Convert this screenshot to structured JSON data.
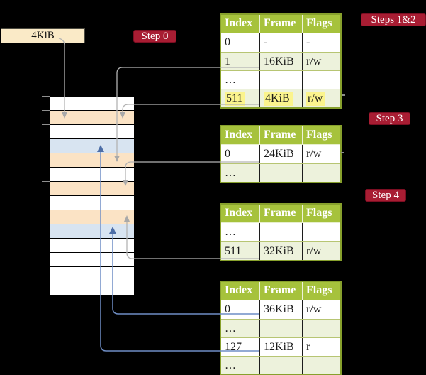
{
  "frame_box": {
    "label": "4KiB"
  },
  "badges": {
    "steps12": "Steps 1&2",
    "step0": "Step 0",
    "step3": "Step 3",
    "step4": "Step 4"
  },
  "table_columns": [
    "Index",
    "Frame",
    "Flags"
  ],
  "tables": [
    {
      "id": "page-table-level-4",
      "rows": [
        {
          "cells": [
            "0",
            "-",
            "-"
          ],
          "highlight": false
        },
        {
          "cells": [
            "1",
            "16KiB",
            "r/w"
          ],
          "highlight": false
        },
        {
          "cells": [
            "…",
            "",
            ""
          ],
          "highlight": false
        },
        {
          "cells": [
            "511",
            "4KiB",
            "r/w"
          ],
          "highlight": true
        }
      ]
    },
    {
      "id": "page-table-level-3",
      "rows": [
        {
          "cells": [
            "0",
            "24KiB",
            "r/w"
          ],
          "highlight": false
        },
        {
          "cells": [
            "…",
            "",
            ""
          ],
          "highlight": false
        }
      ]
    },
    {
      "id": "page-table-level-2",
      "rows": [
        {
          "cells": [
            "…",
            "",
            ""
          ],
          "highlight": false
        },
        {
          "cells": [
            "511",
            "32KiB",
            "r/w"
          ],
          "highlight": false
        }
      ]
    },
    {
      "id": "page-table-level-1",
      "rows": [
        {
          "cells": [
            "0",
            "36KiB",
            "r/w"
          ],
          "highlight": false
        },
        {
          "cells": [
            "…",
            "",
            ""
          ],
          "highlight": false
        },
        {
          "cells": [
            "127",
            "12KiB",
            "r"
          ],
          "highlight": false
        },
        {
          "cells": [
            "…",
            "",
            ""
          ],
          "highlight": false
        }
      ]
    }
  ],
  "memory": {
    "rows": [
      {
        "type": "free"
      },
      {
        "type": "table"
      },
      {
        "type": "free"
      },
      {
        "type": "page"
      },
      {
        "type": "table"
      },
      {
        "type": "free"
      },
      {
        "type": "table"
      },
      {
        "type": "free"
      },
      {
        "type": "table"
      },
      {
        "type": "page"
      },
      {
        "type": "free"
      },
      {
        "type": "free"
      },
      {
        "type": "free"
      },
      {
        "type": "free"
      }
    ],
    "ticks": [
      135,
      155,
      175,
      215,
      255,
      295
    ]
  },
  "palette": {
    "badge_red": "#a81d33",
    "header_green": "#a6c23c",
    "table_border": "#87a02c",
    "row_light_green": "#edf2dc",
    "peach": "#fbe3c5",
    "page_blue": "#d8e4f1",
    "cream": "#faeac7",
    "highlight_yellow": "#fbf48d",
    "line_gray": "#b3b3b3",
    "line_blue": "#6f8ec5"
  }
}
